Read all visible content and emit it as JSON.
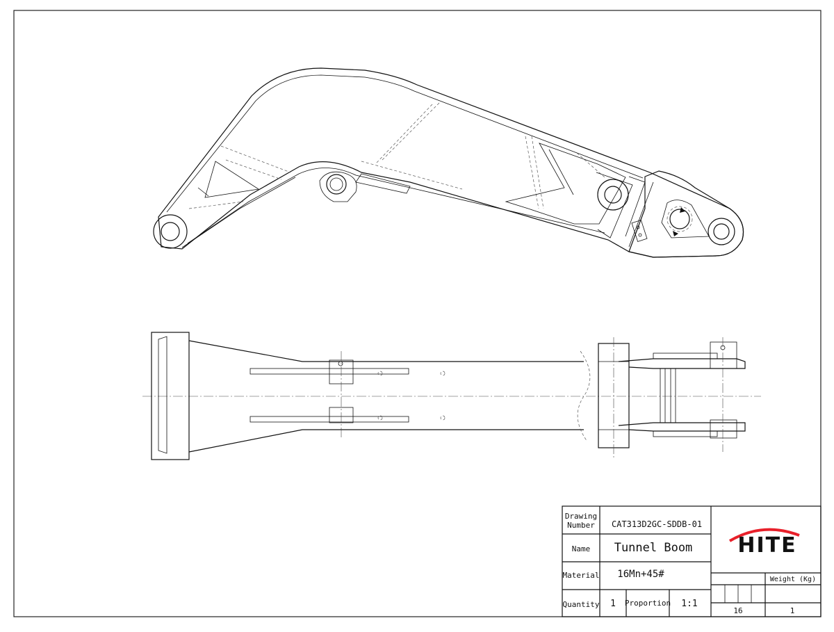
{
  "title_block": {
    "drawing_number_label_line1": "Drawing",
    "drawing_number_label_line2": "Number",
    "drawing_number": "CAT313D2GC-SDDB-01",
    "name_label": "Name",
    "name": "Tunnel Boom",
    "material_label": "Material",
    "material": "16Mn+45#",
    "quantity_label": "Quantity",
    "quantity": "1",
    "proportion_label": "Proportion",
    "proportion": "1:1",
    "weight_label": "Weight (Kg)",
    "weight_left": "16",
    "weight_right": "1"
  },
  "logo": {
    "text": "HITE",
    "arc_color": "#e8202a",
    "text_color": "#111111"
  }
}
